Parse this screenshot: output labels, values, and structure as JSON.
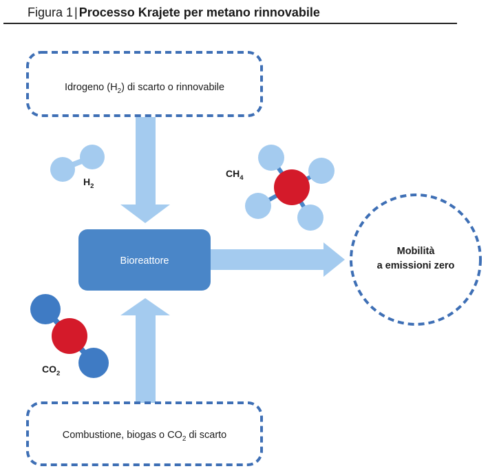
{
  "header": {
    "figure_label": "Figura 1",
    "separator": "|",
    "title": "Processo Krajete per metano rinnovabile"
  },
  "boxes": {
    "top": {
      "text_pre": "Idrogeno (H",
      "text_sub": "2",
      "text_post": ") di scarto o rinnovabile"
    },
    "bottom": {
      "text_pre": "Combustione, biogas o CO",
      "text_sub": "2",
      "text_post": " di scarto"
    },
    "bioreactor": "Bioreattore",
    "target": {
      "line1": "Mobilità",
      "line2": "a emissioni zero"
    }
  },
  "molecules": {
    "h2": {
      "main": "H",
      "sub": "2"
    },
    "ch4": {
      "main": "CH",
      "sub": "4"
    },
    "co2": {
      "main": "CO",
      "sub": "2"
    }
  },
  "colors": {
    "dashed_border": "#3e6fb5",
    "arrow": "#a4cbef",
    "bioreactor": "#4a86c8",
    "hydrogen_atom": "#a4cbef",
    "carbon_atom": "#d41a2a",
    "oxygen_atom": "#3f7bc4",
    "bond": "#4a86c8"
  }
}
